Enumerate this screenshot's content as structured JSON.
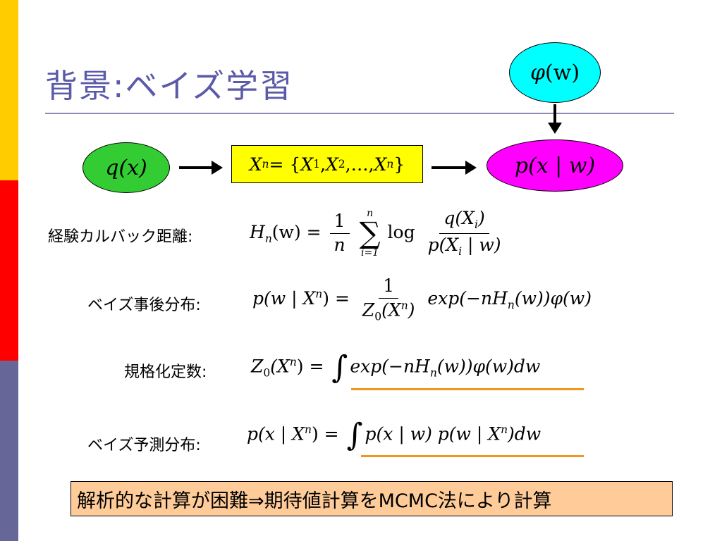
{
  "title": "背景:ベイズ学習",
  "nodes": {
    "prior": {
      "phi": "φ",
      "arg": "(w)"
    },
    "true_dist": {
      "q": "q",
      "arg": "(x)"
    },
    "model": {
      "p": "p",
      "arg": "(x | w)"
    }
  },
  "sample": {
    "lhs": "X",
    "lhs_sup": "n",
    "eq": " = {",
    "x": "X",
    "s1": "1",
    "comma1": ", ",
    "s2": "2",
    "dots": ",…, ",
    "sn": "n",
    "close": "}"
  },
  "kl": {
    "label": "経験カルバック距離:",
    "H": "H",
    "sub_n": "n",
    "arg": "(w) = ",
    "frac_num": "1",
    "frac_den": "n",
    "sum_top": "n",
    "sum_sym": "∑",
    "sum_bot": "i=1",
    "log": "log",
    "ratio_num": "q(X",
    "ratio_num_sub": "i",
    "ratio_num_end": ")",
    "ratio_den": "p(X",
    "ratio_den_sub": "i",
    "ratio_den_end": " | w)"
  },
  "posterior": {
    "label": "ベイズ事後分布:",
    "lhs": "p(w | X",
    "lhs_sup": "n",
    "lhs_end": ") = ",
    "frac_num": "1",
    "frac_den": "Z",
    "frac_den_sub": "0",
    "frac_den_arg": "(X",
    "frac_den_sup": "n",
    "frac_den_end": ")",
    "exp": "exp(−nH",
    "exp_sub": "n",
    "exp_end": "(w))φ(w)"
  },
  "normalizer": {
    "label": "規格化定数:",
    "lhs": "Z",
    "lhs_sub": "0",
    "lhs_arg": "(X",
    "lhs_sup": "n",
    "lhs_end": ") = ",
    "integral": "∫",
    "rhs": "exp(−nH",
    "rhs_sub": "n",
    "rhs_end": "(w))φ(w)dw"
  },
  "predictive": {
    "label": "ベイズ予測分布:",
    "lhs": "p(x | X",
    "lhs_sup": "n",
    "lhs_end": ") = ",
    "integral": "∫",
    "rhs": "p(x | w) p(w | X",
    "rhs_sup": "n",
    "rhs_end": ")dw"
  },
  "conclusion": "解析的な計算が困難⇒期待値計算をMCMC法により計算",
  "colors": {
    "title": "#5a5aa8",
    "stripe_top": "#ffcc00",
    "stripe_mid": "#ff0000",
    "stripe_bottom": "#666699",
    "prior_node": "#00ffff",
    "true_node": "#33cc33",
    "model_node": "#ff00ff",
    "sample_box": "#ffff00",
    "underline": "#f0961e",
    "conclusion_box": "#ffcc99"
  }
}
